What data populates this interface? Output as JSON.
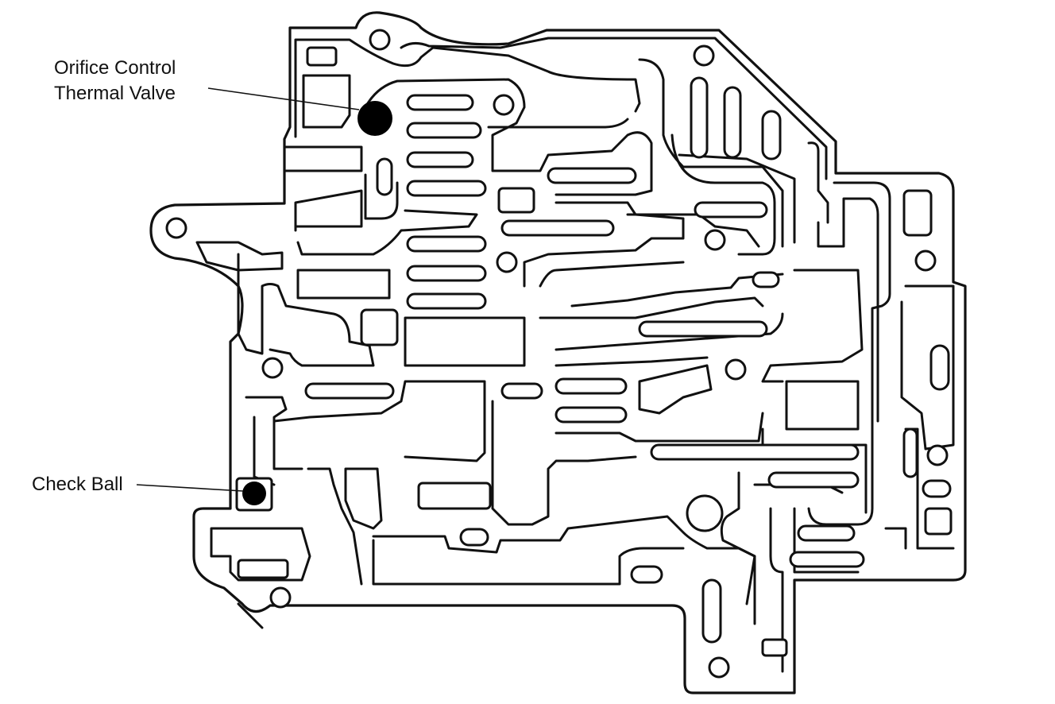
{
  "labels": {
    "orifice_line1": "Orifice Control",
    "orifice_line2": "Thermal Valve",
    "check_ball": "Check Ball"
  },
  "colors": {
    "ink": "#111111",
    "ball": "#000000",
    "background": "#ffffff"
  }
}
